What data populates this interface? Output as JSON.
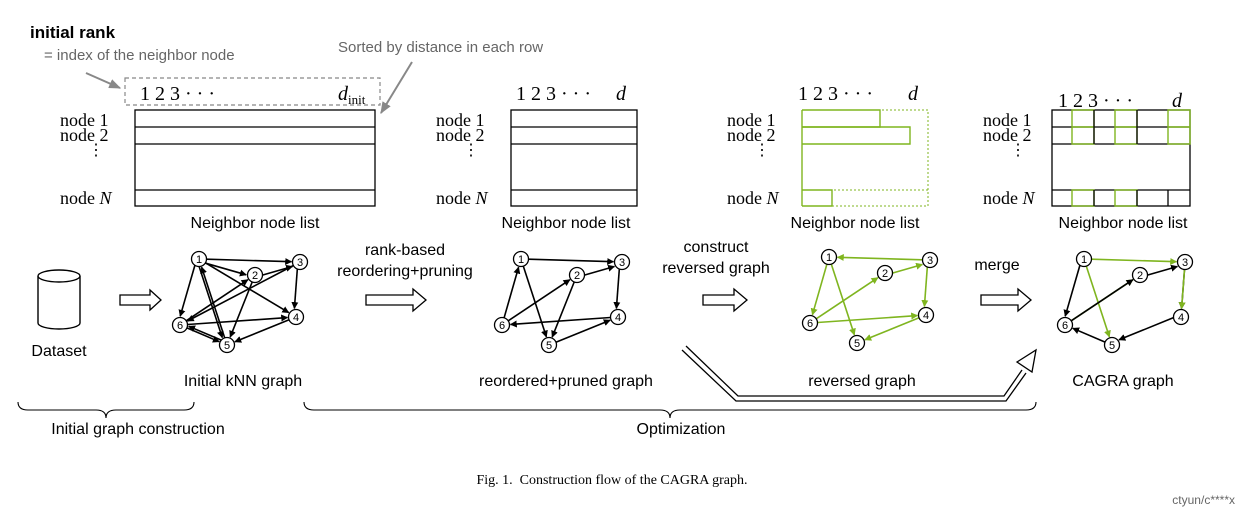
{
  "header": {
    "initial_rank_title": "initial rank",
    "initial_rank_desc": "= index of the neighbor node",
    "sorted_note": "Sorted by distance in each row"
  },
  "matrices": {
    "columns_label": "1 2 3 · · ·",
    "d_init_main": "d",
    "d_init_sub": "init",
    "d_label": "d",
    "node_labels": [
      "node 1",
      "node 2",
      "node N"
    ],
    "node_prefix": "node ",
    "node_n_var": "N",
    "neighbor_list_label": "Neighbor node list"
  },
  "flow": {
    "dataset_label": "Dataset",
    "step1_line1": "rank-based",
    "step1_line2": "reordering+pruning",
    "step2_line1": "construct",
    "step2_line2": "reversed graph",
    "step3": "merge"
  },
  "graphs": {
    "node_ids": [
      "1",
      "2",
      "3",
      "4",
      "5",
      "6"
    ],
    "initial_knn": "Initial kNN graph",
    "reordered": "reordered+pruned graph",
    "reversed": "reversed graph",
    "cagra": "CAGRA graph"
  },
  "phases": {
    "initial_construction": "Initial graph construction",
    "optimization": "Optimization"
  },
  "caption": "Fig. 1.  Construction flow of the CAGRA graph.",
  "watermark": "ctyun/c****x",
  "colors": {
    "black": "#000000",
    "green": "#7fb51f",
    "dashed_gray": "#888888",
    "text_gray": "#666666"
  }
}
